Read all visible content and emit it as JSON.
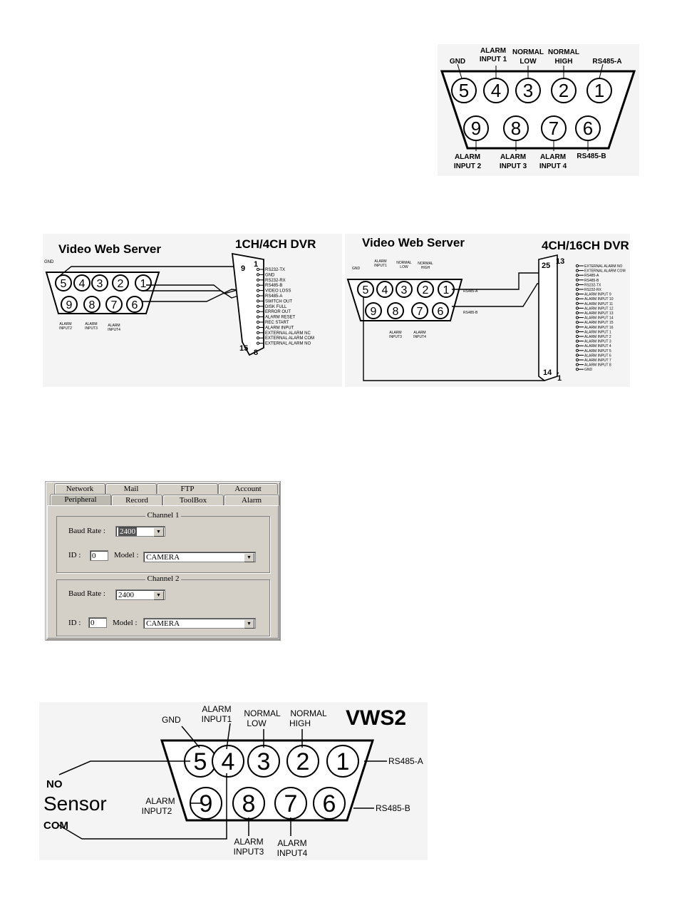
{
  "top_pinout": {
    "labels": {
      "gnd": "GND",
      "alarm_input_1": [
        "ALARM",
        "INPUT 1"
      ],
      "normal_low": [
        "NORMAL",
        "LOW"
      ],
      "normal_high": [
        "NORMAL",
        "HIGH"
      ],
      "rs485_a": "RS485-A",
      "alarm_input_2": [
        "ALARM",
        "INPUT 2"
      ],
      "alarm_input_3": [
        "ALARM",
        "INPUT 3"
      ],
      "alarm_input_4": [
        "ALARM",
        "INPUT 4"
      ],
      "rs485_b": "RS485-B"
    },
    "top_pins": [
      "5",
      "4",
      "3",
      "2",
      "1"
    ],
    "bottom_pins": [
      "9",
      "8",
      "7",
      "6"
    ]
  },
  "wiring_left": {
    "title": "Video Web Server",
    "dvr_title": "1CH/4CH DVR",
    "gnd": "GND",
    "bottom_labels": [
      [
        "ALARM",
        "INPUT2"
      ],
      [
        "ALARM",
        "INPUT3"
      ],
      [
        "ALARM",
        "INPUT4"
      ]
    ],
    "pins_top": [
      "5",
      "4",
      "3",
      "2",
      "1"
    ],
    "pins_bottom": [
      "9",
      "8",
      "7",
      "6"
    ],
    "dvr_pin_labels": [
      "9",
      "1",
      "15",
      "8"
    ],
    "dvr_signals": [
      "RS232-TX",
      "GND",
      "RS232-RX",
      "RS485-B",
      "VIDEO LOSS",
      "RS485-A",
      "SWITCH OUT",
      "DISK FULL",
      "ERROR OUT",
      "ALARM RESET",
      "REC START",
      "ALARM INPUT",
      "EXTERNAL ALARM NC",
      "EXTERNAL ALARM COM",
      "EXTERNAL ALARM NO"
    ]
  },
  "wiring_right": {
    "title": "Video Web Server",
    "dvr_title": "4CH/16CH DVR",
    "gnd": "GND",
    "top_labels": [
      [
        "ALARM",
        "INPUT1"
      ],
      [
        "NORMAL",
        "LOW"
      ],
      [
        "NORMAL",
        "HIGH"
      ]
    ],
    "bottom_labels": [
      [
        "ALARM",
        "INPUT3"
      ],
      [
        "ALARM",
        "INPUT4"
      ]
    ],
    "rs485a": "RS485-A",
    "rs485b": "RS485-B",
    "pins_top": [
      "5",
      "4",
      "3",
      "2",
      "1"
    ],
    "pins_bottom": [
      "9",
      "8",
      "7",
      "6"
    ],
    "dvr_pin_labels": [
      "13",
      "25",
      "14",
      "1"
    ],
    "dvr_signals": [
      "EXTERNAL ALARM NO",
      "EXTERNAL ALARM COM",
      "RS485-A",
      "RS485-B",
      "RS232-TX",
      "RS232-RX",
      "ALARM INPUT 9",
      "ALARM INPUT 10",
      "ALARM INPUT 11",
      "ALARM INPUT 12",
      "ALARM INPUT 13",
      "ALARM INPUT 14",
      "ALARM INPUT 15",
      "ALARM INPUT 16",
      "ALARM INPUT 1",
      "ALARM INPUT 2",
      "ALARM INPUT 3",
      "ALARM INPUT 4",
      "ALARM INPUT 5",
      "ALARM INPUT 6",
      "ALARM INPUT 7",
      "ALARM INPUT 8",
      "GND"
    ]
  },
  "dialog": {
    "tabs_row1": [
      "Network",
      "Mail",
      "FTP",
      "Account"
    ],
    "tabs_row2": [
      "Peripheral",
      "Record",
      "ToolBox",
      "Alarm"
    ],
    "channel1": {
      "title": "Channel 1",
      "baud_label": "Baud Rate :",
      "baud_value": "2400",
      "id_label": "ID :",
      "id_value": "0",
      "model_label": "Model :",
      "model_value": "CAMERA"
    },
    "channel2": {
      "title": "Channel 2",
      "baud_label": "Baud Rate :",
      "baud_value": "2400",
      "id_label": "ID :",
      "id_value": "0",
      "model_label": "Model :",
      "model_value": "CAMERA"
    }
  },
  "vws2": {
    "title": "VWS2",
    "gnd": "GND",
    "alarm_input1": [
      "ALARM",
      "INPUT1"
    ],
    "normal_low": [
      "NORMAL",
      "LOW"
    ],
    "normal_high": [
      "NORMAL",
      "HIGH"
    ],
    "rs485a": "RS485-A",
    "rs485b": "RS485-B",
    "alarm_input2": [
      "ALARM",
      "INPUT2"
    ],
    "alarm_input3": [
      "ALARM",
      "INPUT3"
    ],
    "alarm_input4": [
      "ALARM",
      "INPUT4"
    ],
    "no": "NO",
    "sensor": "Sensor",
    "com": "COM",
    "pins_top": [
      "5",
      "4",
      "3",
      "2",
      "1"
    ],
    "pins_bottom": [
      "9",
      "8",
      "7",
      "6"
    ]
  }
}
